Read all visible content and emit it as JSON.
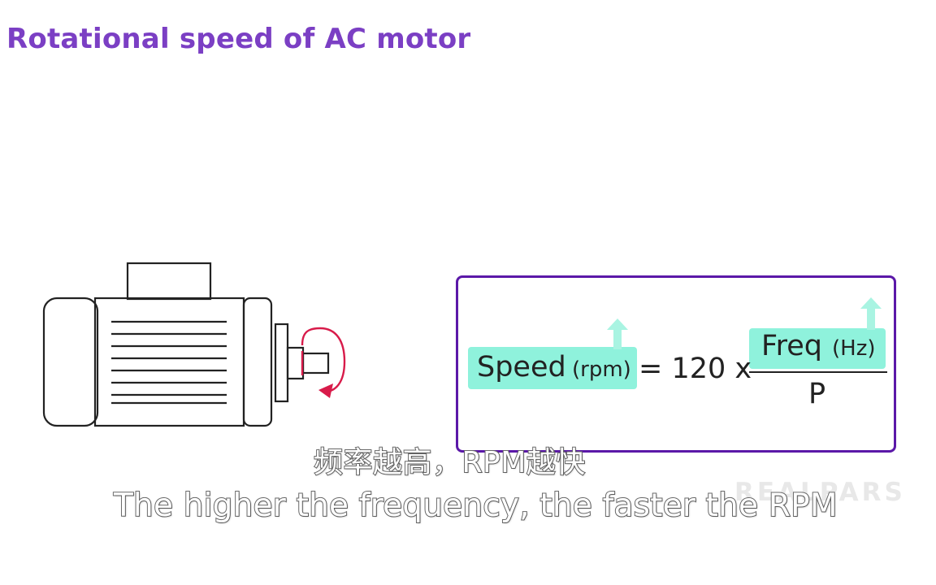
{
  "title": "Rotational speed of AC motor",
  "formula": {
    "speed_label": "Speed",
    "speed_unit": "(rpm)",
    "equals": "= 120 x",
    "freq_label": "Freq",
    "freq_unit": "(Hz)",
    "denominator": "P"
  },
  "subtitles": {
    "chinese": "频率越高，RPM越快",
    "english": "The higher the frequency, the faster the RPM"
  },
  "watermark": "REALPARS",
  "colors": {
    "title": "#7b3fc4",
    "box_border": "#5b18a8",
    "highlight": "#8ff2dc",
    "arrow": "#a9f4e2",
    "rotation_arrow": "#d81b4a",
    "text": "#222222",
    "motor_outline": "#222222"
  },
  "icons": {
    "motor": "ac-motor-icon",
    "rotation": "rotation-arrow-icon",
    "speed_up": "up-arrow-icon",
    "freq_up": "up-arrow-icon"
  }
}
